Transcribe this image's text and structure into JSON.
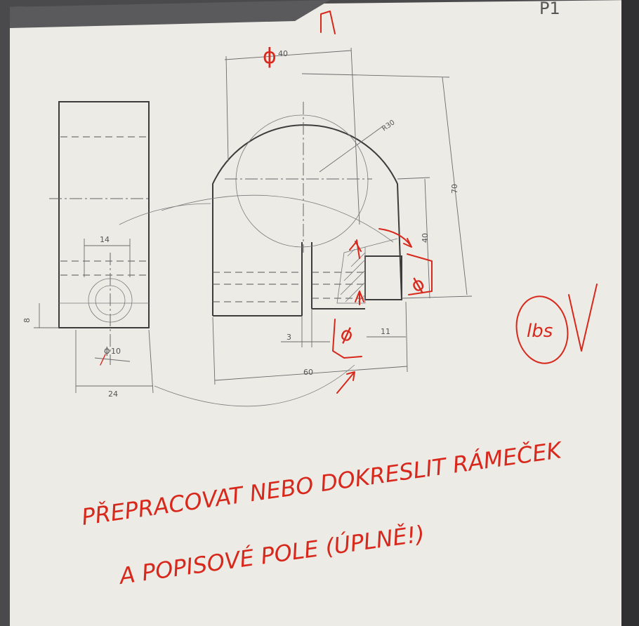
{
  "sheet_label": "P1",
  "dimensions": {
    "top_width": "40",
    "radius": "R30",
    "overall_height": "70",
    "slot_height": "40",
    "side_hole_span": "14",
    "side_height": "8",
    "side_hole_dia": "10",
    "side_width": "24",
    "slot_gap": "3",
    "slot_offset": "11",
    "overall_width": "60"
  },
  "red_marks": {
    "grade_circle": "lbs",
    "note_line1": "PŘEPRACOVAT NEBO DOKRESLIT RÁMEČEK",
    "note_line2": "A POPISOVÉ POLE (ÚPLNĚ!)"
  }
}
